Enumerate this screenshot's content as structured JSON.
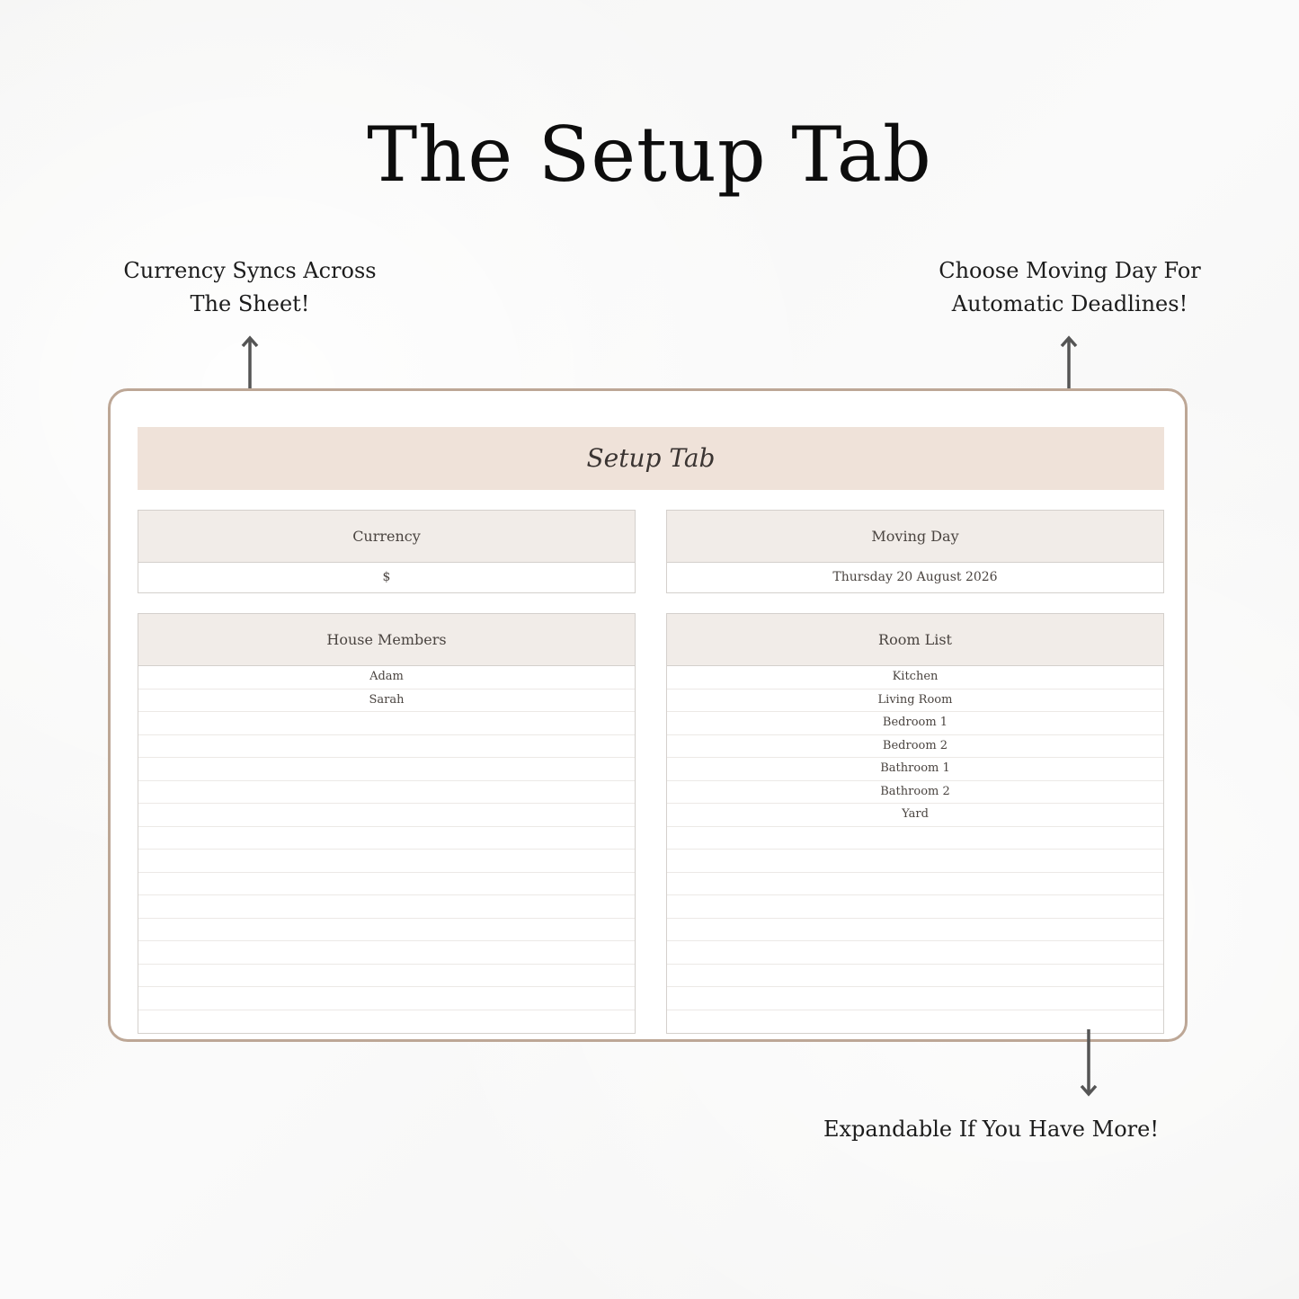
{
  "title": "The Setup Tab",
  "callouts": {
    "left": [
      "Currency Syncs Across",
      "The Sheet!"
    ],
    "right": [
      "Choose Moving Day For",
      "Automatic Deadlines!"
    ],
    "bottom": "Expandable If You Have More!"
  },
  "sheet": {
    "banner": "Setup Tab",
    "currency": {
      "label": "Currency",
      "value": "$"
    },
    "moving_day": {
      "label": "Moving Day",
      "value": "Thursday 20 August 2026"
    },
    "house_members": {
      "label": "House Members",
      "rows": [
        "Adam",
        "Sarah",
        "",
        "",
        "",
        "",
        "",
        "",
        "",
        "",
        "",
        "",
        "",
        "",
        "",
        ""
      ]
    },
    "room_list": {
      "label": "Room List",
      "rows": [
        "Kitchen",
        "Living Room",
        "Bedroom 1",
        "Bedroom 2",
        "Bathroom 1",
        "Bathroom 2",
        "Yard",
        "",
        "",
        "",
        "",
        "",
        "",
        "",
        "",
        ""
      ]
    }
  },
  "colors": {
    "frame_border": "#bda796",
    "banner_bg": "#efe2d9",
    "header_bg": "#f1ece8",
    "arrow": "#555555"
  },
  "icons": {
    "left_arrow": "arrow-up-icon",
    "right_arrow": "arrow-up-icon",
    "bottom_arrow": "arrow-down-icon"
  }
}
